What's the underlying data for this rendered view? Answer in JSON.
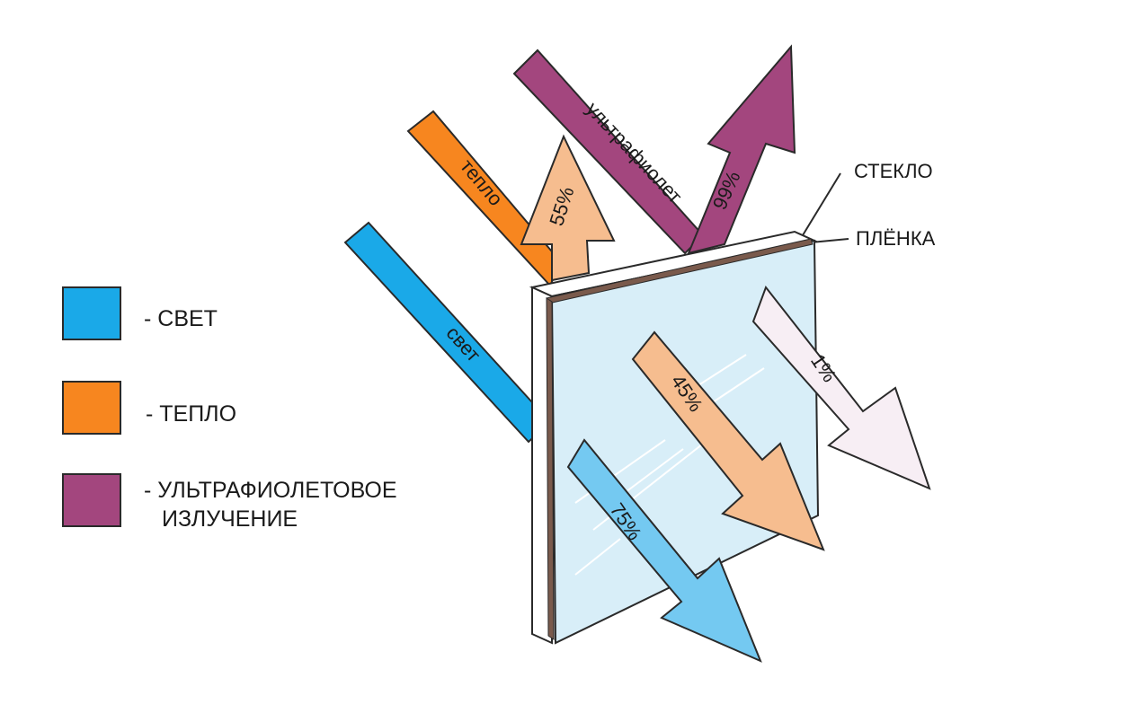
{
  "colors": {
    "light": "#1aa9e8",
    "light_pale": "#74c9f1",
    "heat": "#f7861f",
    "heat_pale": "#f6bd8f",
    "uv": "#a3467e",
    "uv_pale": "#f7eef4",
    "glass": "#d8eef8",
    "film": "#7a5a4c",
    "outline": "#2a2a2a"
  },
  "legend": [
    {
      "id": "light",
      "text": "- СВЕТ"
    },
    {
      "id": "heat",
      "text": "- ТЕПЛО"
    },
    {
      "id": "uv",
      "text": "- УЛЬТРАФИОЛЕТОВОЕ",
      "text2": "ИЗЛУЧЕНИЕ"
    }
  ],
  "callouts": {
    "glass": "СТЕКЛО",
    "film": "ПЛЁНКА"
  },
  "arrows": {
    "incoming_light": "свет",
    "incoming_heat": "тепло",
    "incoming_uv": "ультрафиолет",
    "reflected_heat": "55%",
    "reflected_uv": "99%",
    "transmitted_heat": "45%",
    "transmitted_uv": "1%",
    "transmitted_light": "75%"
  }
}
